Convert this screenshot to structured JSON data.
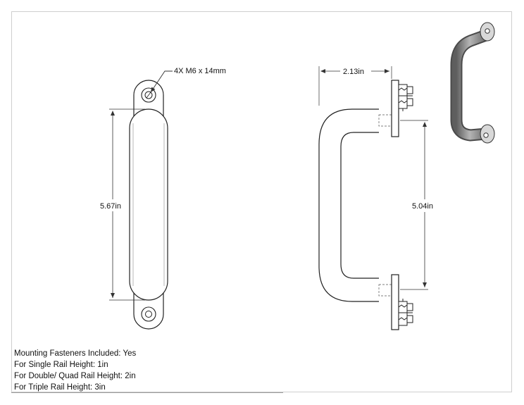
{
  "front_view": {
    "hole_callout": "4X M6 x 14mm",
    "length_dim": "5.67in"
  },
  "side_view": {
    "depth_dim": "2.13in",
    "center_dim": "5.04in"
  },
  "notes": [
    "Mounting Fasteners Included: Yes",
    "For Single Rail Height: 1in",
    "For Double/ Quad Rail Height: 2in",
    "For Triple Rail Height: 3in"
  ],
  "colors": {
    "line": "#222222",
    "dim_line": "#333333",
    "iso_body": "#8a8a8a"
  }
}
